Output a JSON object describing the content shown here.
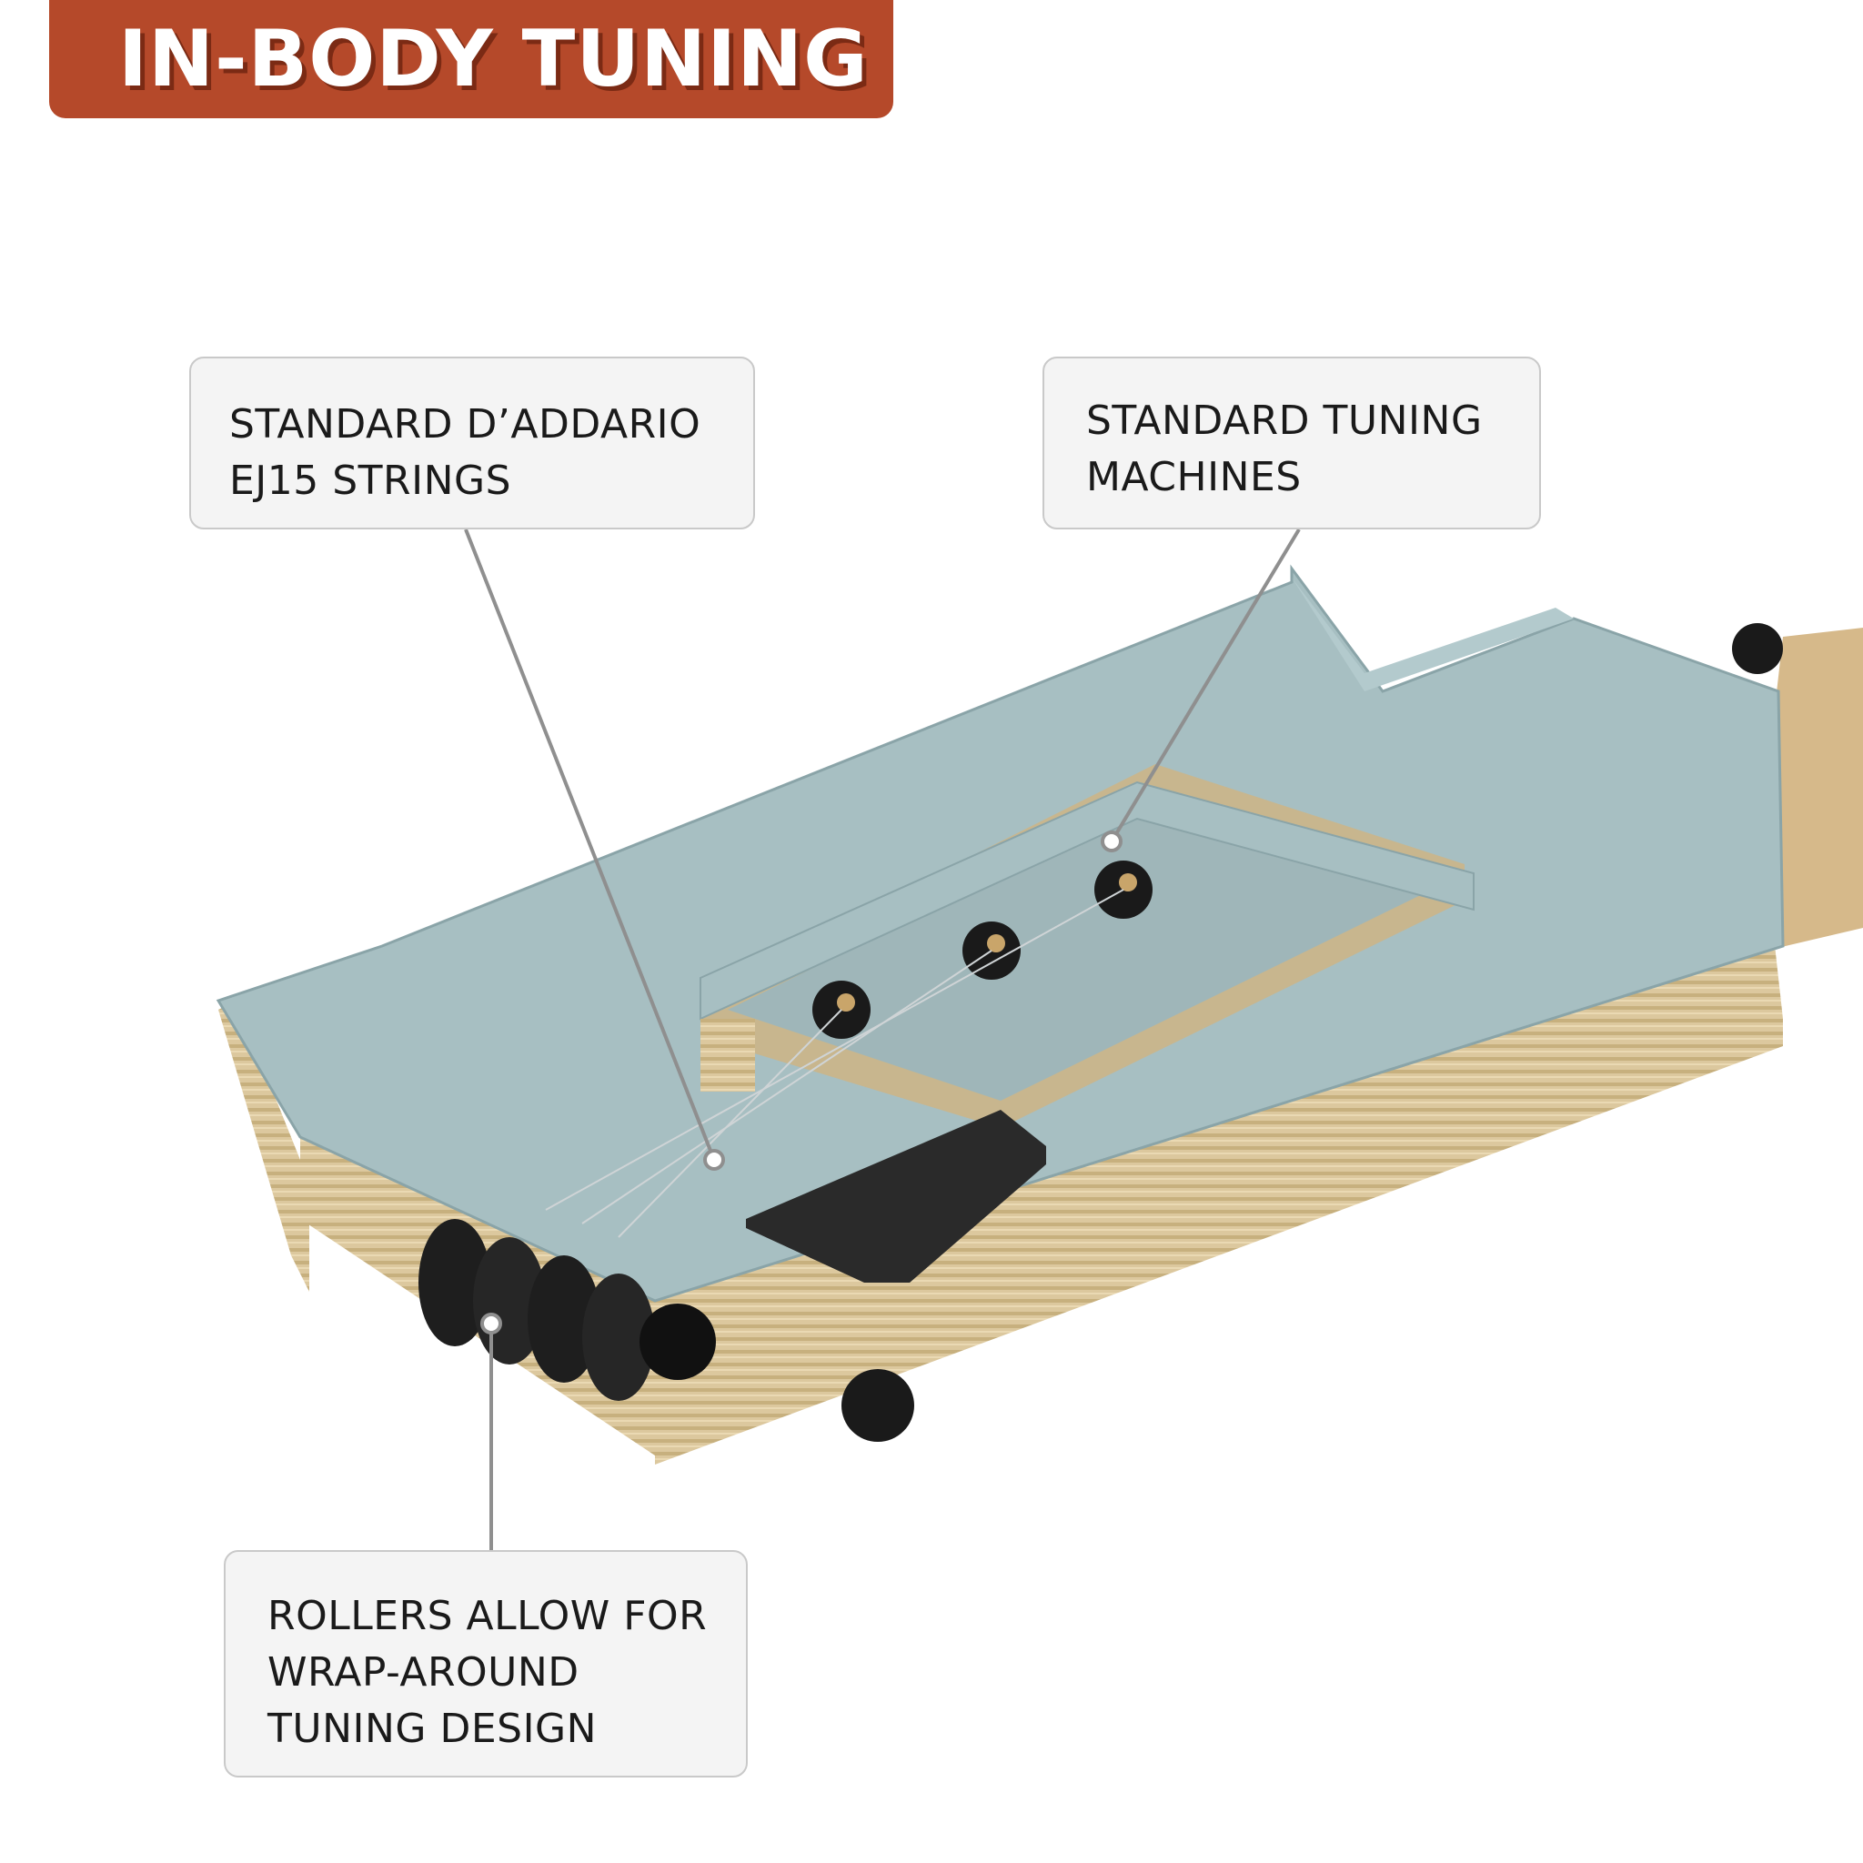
{
  "title": "IN-BODY TUNING",
  "callouts": {
    "strings": {
      "line1": "STANDARD D’ADDARIO",
      "line2": "EJ15 STRINGS"
    },
    "machines": {
      "line1": "STANDARD TUNING",
      "line2": "MACHINES"
    },
    "rollers": {
      "line1": "ROLLERS ALLOW FOR",
      "line2": "WRAP-AROUND",
      "line3": "TUNING DESIGN"
    }
  },
  "colors": {
    "banner": "#b5492a",
    "top_plate": "#a7bfc2",
    "plywood": "#d9c59a",
    "callout_bg": "#f4f4f4"
  }
}
